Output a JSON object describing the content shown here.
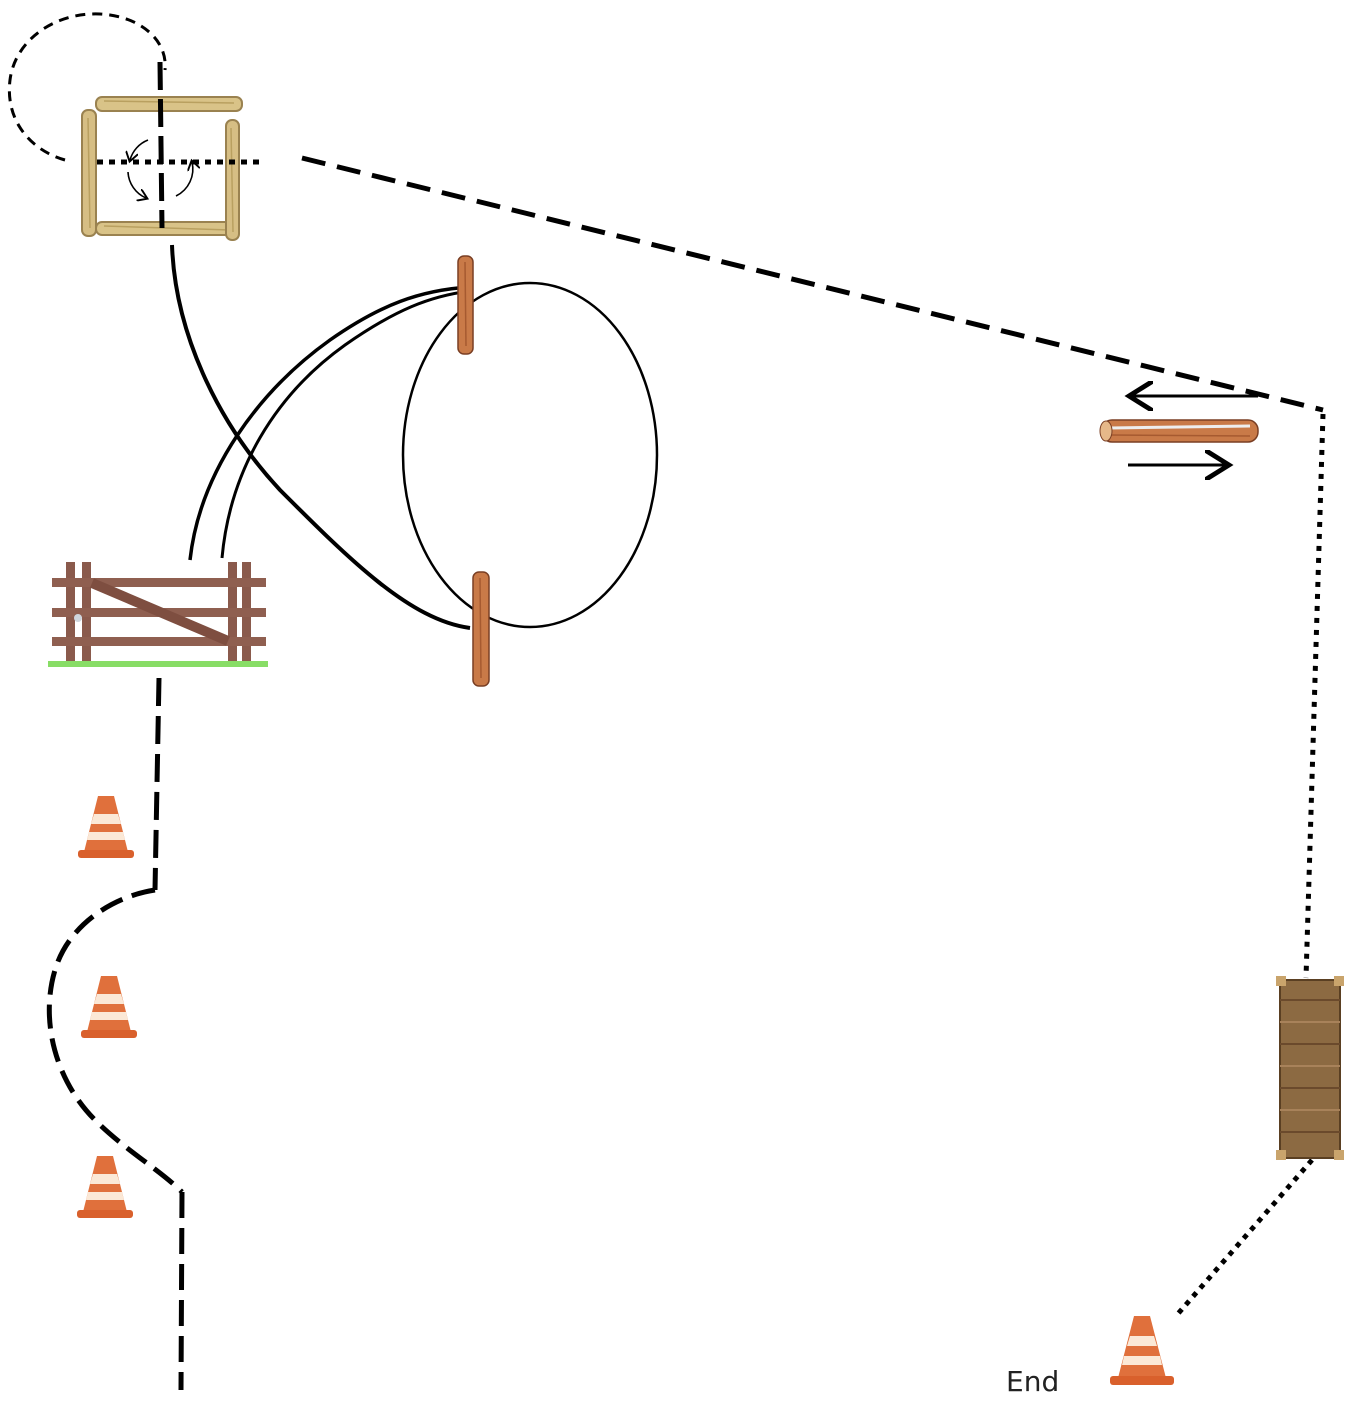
{
  "labels": {
    "end": "End"
  },
  "colors": {
    "path": "#000000",
    "log_light": "#d7c18a",
    "log_light_edge": "#9a8250",
    "log_red": "#c56a3e",
    "log_red_edge": "#7a3f24",
    "fence_wood": "#8a5a4c",
    "fence_ground": "#88dd66",
    "cone_orange": "#e0703c",
    "cone_stripe": "#fbe8d6",
    "bridge_wood": "#8c6a42"
  },
  "obstacles": [
    {
      "id": "log-square",
      "icon": "log-square-icon",
      "rotation": "turn-arrows"
    },
    {
      "id": "circle-posts",
      "icon": "post-icon",
      "count": 2
    },
    {
      "id": "gate",
      "icon": "gate-icon"
    },
    {
      "id": "slalom-cones",
      "icon": "cone-icon",
      "count": 3
    },
    {
      "id": "log-over",
      "icon": "log-icon",
      "direction": "back-and-forth-arrows"
    },
    {
      "id": "bridge",
      "icon": "bridge-icon"
    },
    {
      "id": "end-cone",
      "icon": "cone-icon"
    }
  ]
}
